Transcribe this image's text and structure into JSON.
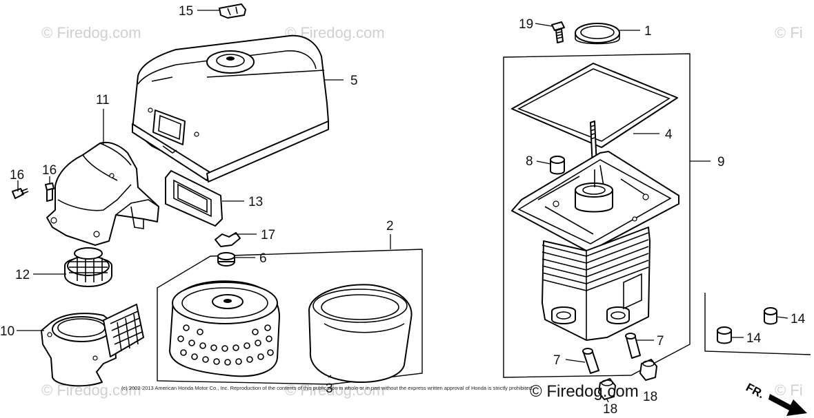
{
  "diagram": {
    "watermarks": [
      "© Firedog.com",
      "© Firedog.com",
      "© Fi",
      "© Firedog.com",
      "© Firedog.com",
      "© Fi"
    ],
    "copyright": "(c) 2002-2013 American Honda Motor Co., Inc. Reproduction of the contents of this publication in whole or in part without the express written approval of Honda is strictly prohibited.",
    "brand": "© Firedog.com",
    "direction_label": "FR.",
    "callouts": [
      "15",
      "5",
      "11",
      "16",
      "16",
      "13",
      "17",
      "6",
      "12",
      "10",
      "2",
      "3",
      "19",
      "1",
      "4",
      "8",
      "9",
      "7",
      "7",
      "18",
      "18",
      "14",
      "14"
    ]
  }
}
